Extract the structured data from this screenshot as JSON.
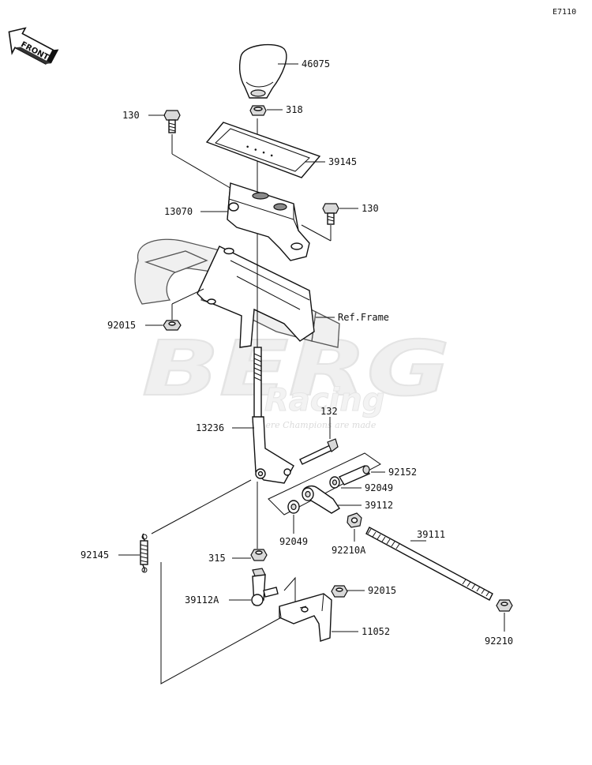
{
  "diagram_code": "E7110",
  "front_arrow": {
    "text": "FRONT",
    "icon": "front-direction-arrow-icon"
  },
  "watermark": {
    "line1": "BERG",
    "line2": "Racing",
    "tagline": "Where Champions are made"
  },
  "callouts": {
    "p46075": "46075",
    "p318": "318",
    "p130a": "130",
    "p39145": "39145",
    "p13070": "13070",
    "p130b": "130",
    "ref_frame": "Ref.Frame",
    "p92015a": "92015",
    "p132": "132",
    "p13236": "13236",
    "p92152": "92152",
    "p92049a": "92049",
    "p39112": "39112",
    "p92049b": "92049",
    "p92210a": "92210A",
    "p39111": "39111",
    "p92145": "92145",
    "p315": "315",
    "p39112a": "39112A",
    "p92015b": "92015",
    "p11052": "11052",
    "p92210": "92210"
  }
}
